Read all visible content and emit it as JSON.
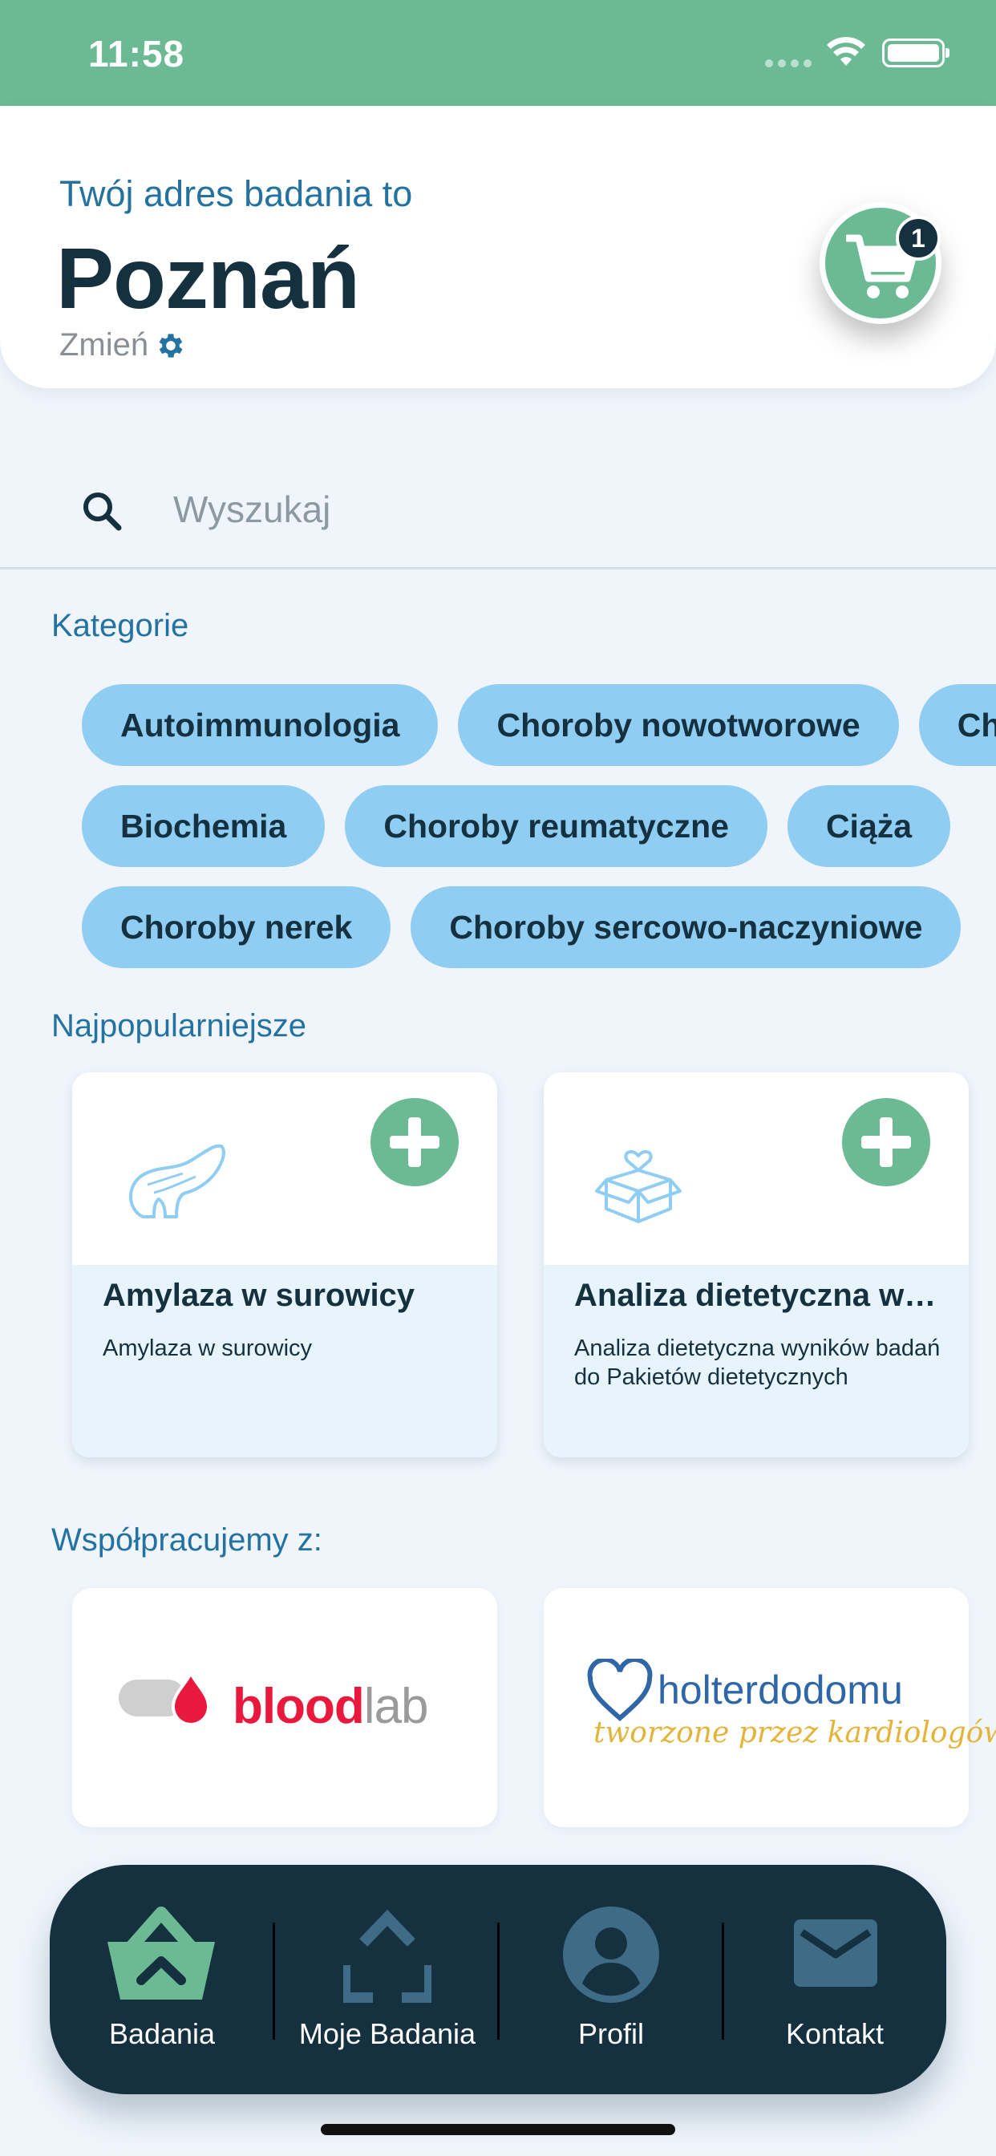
{
  "status_bar": {
    "time": "11:58"
  },
  "header": {
    "subtitle": "Twój adres badania to",
    "city": "Poznań",
    "change_label": "Zmień",
    "cart_count": "1"
  },
  "search": {
    "placeholder": "Wyszukaj"
  },
  "categories": {
    "title": "Kategorie",
    "rows": [
      [
        "Autoimmunologia",
        "Choroby nowotworowe",
        "Ch"
      ],
      [
        "Biochemia",
        "Choroby reumatyczne",
        "Ciąża"
      ],
      [
        "Choroby nerek",
        "Choroby sercowo-naczyniowe"
      ]
    ]
  },
  "popular": {
    "title": "Najpopularniejsze",
    "items": [
      {
        "title": "Amylaza w surowicy",
        "description": "Amylaza w surowicy",
        "icon": "pancreas-icon"
      },
      {
        "title": "Analiza dietetyczna wyników badań",
        "description": "Analiza dietetyczna wyników badań do Pakietów dietetycznych",
        "icon": "gift-box-heart-icon"
      }
    ]
  },
  "partners": {
    "title": "Współpracujemy z:",
    "items": [
      {
        "name": "bloodlab",
        "part1": "blood",
        "part2": "lab"
      },
      {
        "name": "holterdodomu",
        "text": "holterdodomu",
        "tagline": "tworzone przez kardiologów"
      }
    ]
  },
  "tabbar": {
    "tabs": [
      {
        "label": "Badania",
        "icon": "basket-icon",
        "active": true
      },
      {
        "label": "Moje Badania",
        "icon": "upload-frame-icon",
        "active": false
      },
      {
        "label": "Profil",
        "icon": "user-icon",
        "active": false
      },
      {
        "label": "Kontakt",
        "icon": "envelope-icon",
        "active": false
      }
    ]
  },
  "colors": {
    "primary_green": "#6bba94",
    "dark_navy": "#15303f",
    "chip_blue": "#8fcdf2",
    "link_blue": "#2372a0"
  }
}
